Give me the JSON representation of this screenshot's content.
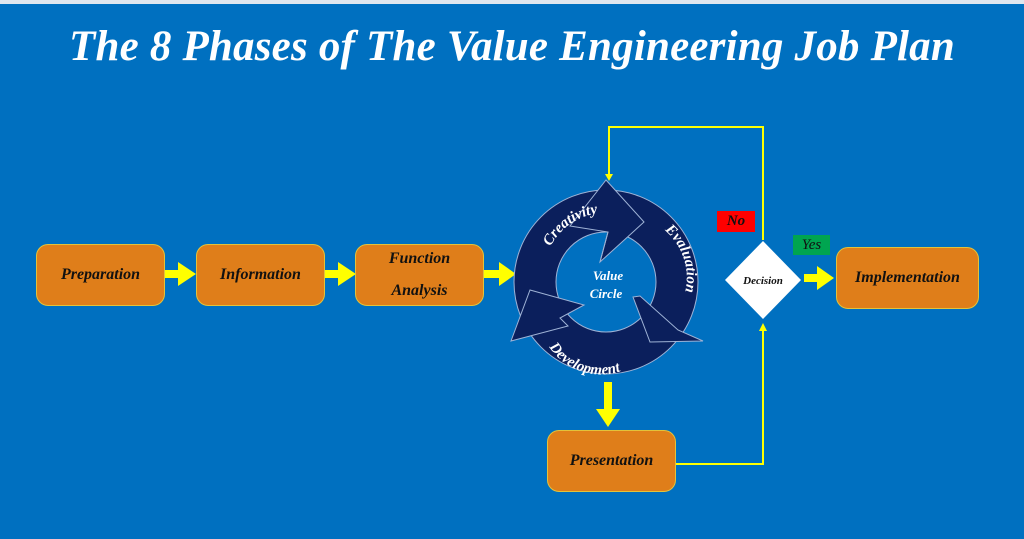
{
  "title": "The 8 Phases of The Value Engineering Job Plan",
  "colors": {
    "background": "#0070c0",
    "phase_box": "#df7e1a",
    "connector": "#ffff00",
    "circle": "#0b1f5c",
    "no_tag": "#ff0000",
    "yes_tag": "#00a550",
    "decision": "#ffffff"
  },
  "phases": {
    "preparation": "Preparation",
    "information": "Information",
    "function_analysis": [
      "Function",
      "Analysis"
    ],
    "presentation": "Presentation",
    "implementation": "Implementation"
  },
  "value_circle": {
    "center_label": [
      "Value",
      "Circle"
    ],
    "segments": [
      "Creativity",
      "Evaluation",
      "Development"
    ]
  },
  "decision": {
    "label": "Decision",
    "no_label": "No",
    "yes_label": "Yes"
  }
}
